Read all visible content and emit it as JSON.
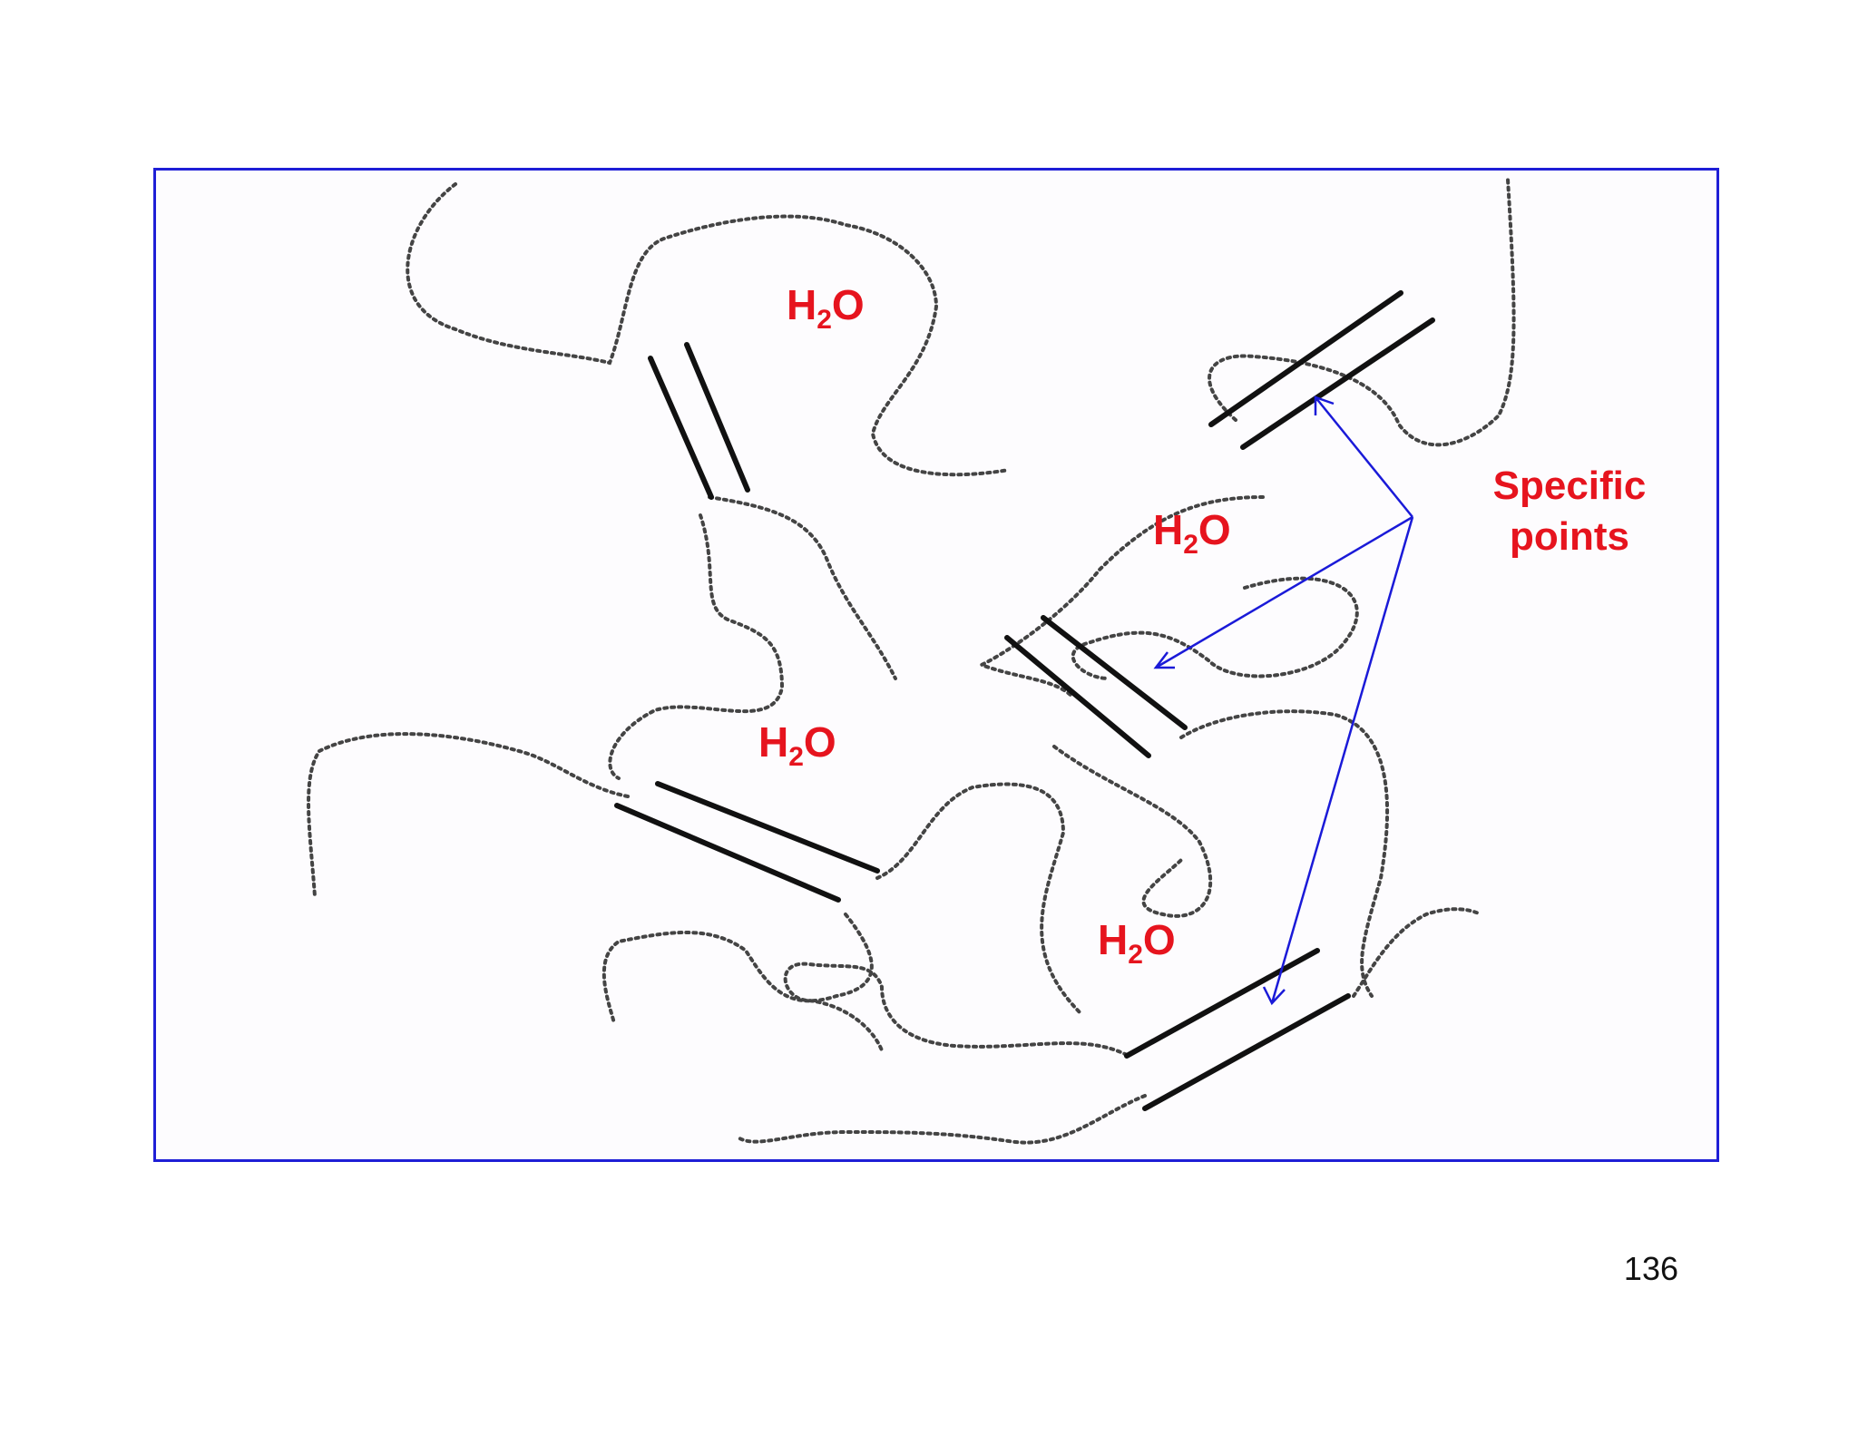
{
  "labels": {
    "water": [
      {
        "element": "H",
        "subscript": "2",
        "tail": "O"
      },
      {
        "element": "H",
        "subscript": "2",
        "tail": "O"
      },
      {
        "element": "H",
        "subscript": "2",
        "tail": "O"
      },
      {
        "element": "H",
        "subscript": "2",
        "tail": "O"
      }
    ],
    "callout_line1": "Specific",
    "callout_line2": "points"
  },
  "page_number": "136",
  "colors": {
    "label": "#e6141e",
    "frame": "#1f1fd6",
    "arrow": "#1a1ad8",
    "bond": "#111111"
  }
}
